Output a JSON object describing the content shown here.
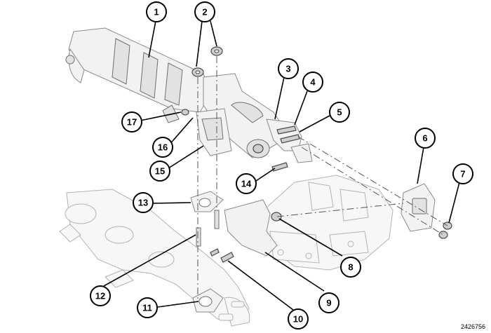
{
  "figure_id": "2426756",
  "callouts": [
    {
      "id": "callout-1",
      "label": "1"
    },
    {
      "id": "callout-2",
      "label": "2"
    },
    {
      "id": "callout-3",
      "label": "3"
    },
    {
      "id": "callout-4",
      "label": "4"
    },
    {
      "id": "callout-5",
      "label": "5"
    },
    {
      "id": "callout-6",
      "label": "6"
    },
    {
      "id": "callout-7",
      "label": "7"
    },
    {
      "id": "callout-8",
      "label": "8"
    },
    {
      "id": "callout-9",
      "label": "9"
    },
    {
      "id": "callout-10",
      "label": "10"
    },
    {
      "id": "callout-11",
      "label": "11"
    },
    {
      "id": "callout-12",
      "label": "12"
    },
    {
      "id": "callout-13",
      "label": "13"
    },
    {
      "id": "callout-14",
      "label": "14"
    },
    {
      "id": "callout-15",
      "label": "15"
    },
    {
      "id": "callout-16",
      "label": "16"
    },
    {
      "id": "callout-17",
      "label": "17"
    }
  ]
}
